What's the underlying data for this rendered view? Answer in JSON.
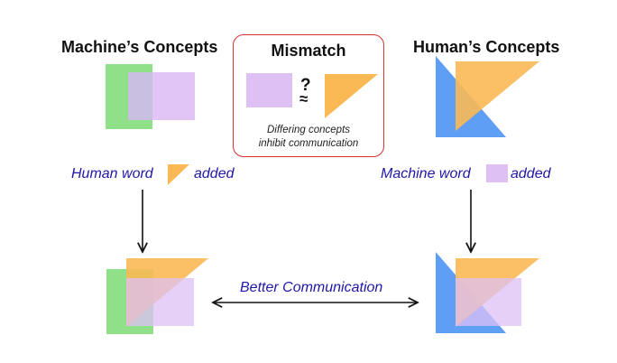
{
  "colors": {
    "machine_green": "#90e08a",
    "concept_purple": "#dec0f5",
    "human_orange": "#fbb955",
    "human_blue": "#5f9ef5",
    "mismatch_border": "#d93030",
    "label_blue": "#1f18a8",
    "arrow": "#111111"
  },
  "top_left": {
    "title": "Machine’s Concepts"
  },
  "top_right": {
    "title": "Human’s Concepts"
  },
  "mismatch": {
    "title": "Mismatch",
    "question": "?",
    "approx": "≈",
    "caption_line1": "Differing concepts",
    "caption_line2": "inhibit communication"
  },
  "left_transfer": {
    "prefix": "Human word",
    "suffix": "added"
  },
  "right_transfer": {
    "prefix": "Machine word",
    "suffix": "added"
  },
  "bottom": {
    "label": "Better Communication"
  }
}
